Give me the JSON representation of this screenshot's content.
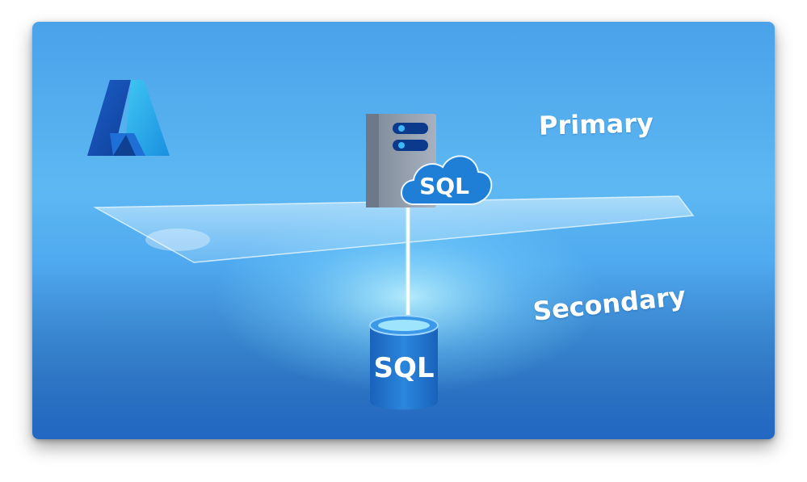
{
  "scene": {
    "primary_label": "Primary",
    "secondary_label": "Secondary",
    "server_badge_text": "SQL",
    "database_text": "SQL",
    "logo_icon": "azure-logo-icon"
  },
  "colors": {
    "background_top": "#4aa2ea",
    "background_bottom": "#2f7fd8",
    "server_gray": "#8e99a8",
    "cloud_blue": "#1f7fd6",
    "db_blue": "#1d71c9",
    "accent_dark_blue": "#0b3a8c"
  }
}
